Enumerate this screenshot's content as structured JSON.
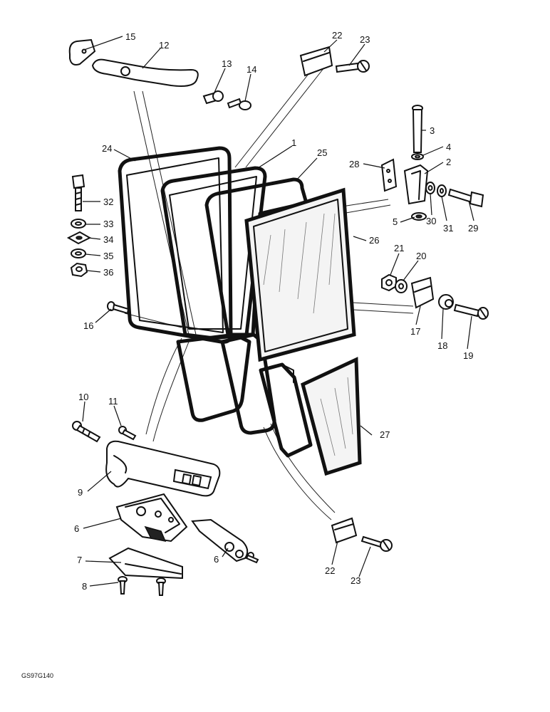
{
  "callouts": {
    "c1": "1",
    "c2": "2",
    "c3": "3",
    "c4": "4",
    "c5": "5",
    "c6a": "6",
    "c6b": "6",
    "c7": "7",
    "c8": "8",
    "c9": "9",
    "c10": "10",
    "c11": "11",
    "c12": "12",
    "c13": "13",
    "c14": "14",
    "c15": "15",
    "c16": "16",
    "c17": "17",
    "c18": "18",
    "c19": "19",
    "c20": "20",
    "c21": "21",
    "c22a": "22",
    "c22b": "22",
    "c23a": "23",
    "c23b": "23",
    "c24": "24",
    "c25": "25",
    "c26": "26",
    "c27": "27",
    "c28": "28",
    "c29": "29",
    "c30": "30",
    "c31": "31",
    "c32": "32",
    "c33": "33",
    "c34": "34",
    "c35": "35",
    "c36": "36"
  },
  "drawing_code": "GS97G140"
}
